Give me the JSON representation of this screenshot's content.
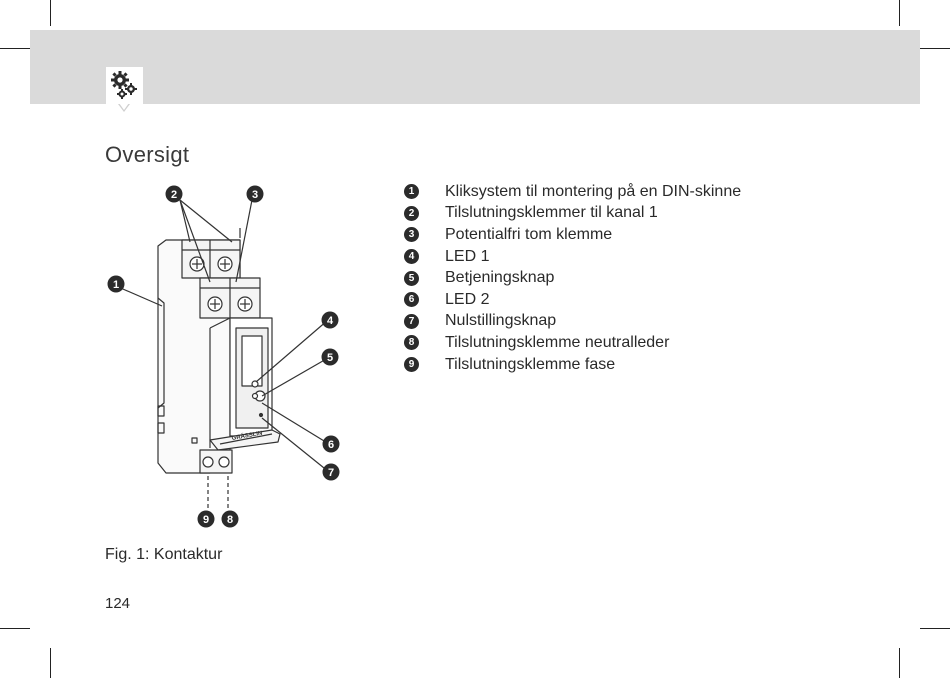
{
  "page": {
    "title": "Oversigt",
    "header_icon": "gears-icon",
    "caption": "Fig. 1: Kontaktur",
    "page_number": "124"
  },
  "legend": [
    {
      "number": "1",
      "text": "Kliksystem til montering på en DIN-skinne"
    },
    {
      "number": "2",
      "text": "Tilslutningsklemmer til kanal 1"
    },
    {
      "number": "3",
      "text": "Potentialfri tom klemme"
    },
    {
      "number": "4",
      "text": "LED 1"
    },
    {
      "number": "5",
      "text": "Betjeningsknap"
    },
    {
      "number": "6",
      "text": "LED 2"
    },
    {
      "number": "7",
      "text": "Nulstillingsknap"
    },
    {
      "number": "8",
      "text": "Tilslutningsklemme neutralleder"
    },
    {
      "number": "9",
      "text": "Tilslutningsklemme fase"
    }
  ],
  "figure": {
    "brand_label": "GRÄSSLIN",
    "callouts": [
      "1",
      "2",
      "3",
      "4",
      "5",
      "6",
      "7",
      "8",
      "9"
    ]
  },
  "colors": {
    "header_band": "#dadada",
    "text": "#2a2a2a",
    "badge": "#2b2b2b"
  }
}
